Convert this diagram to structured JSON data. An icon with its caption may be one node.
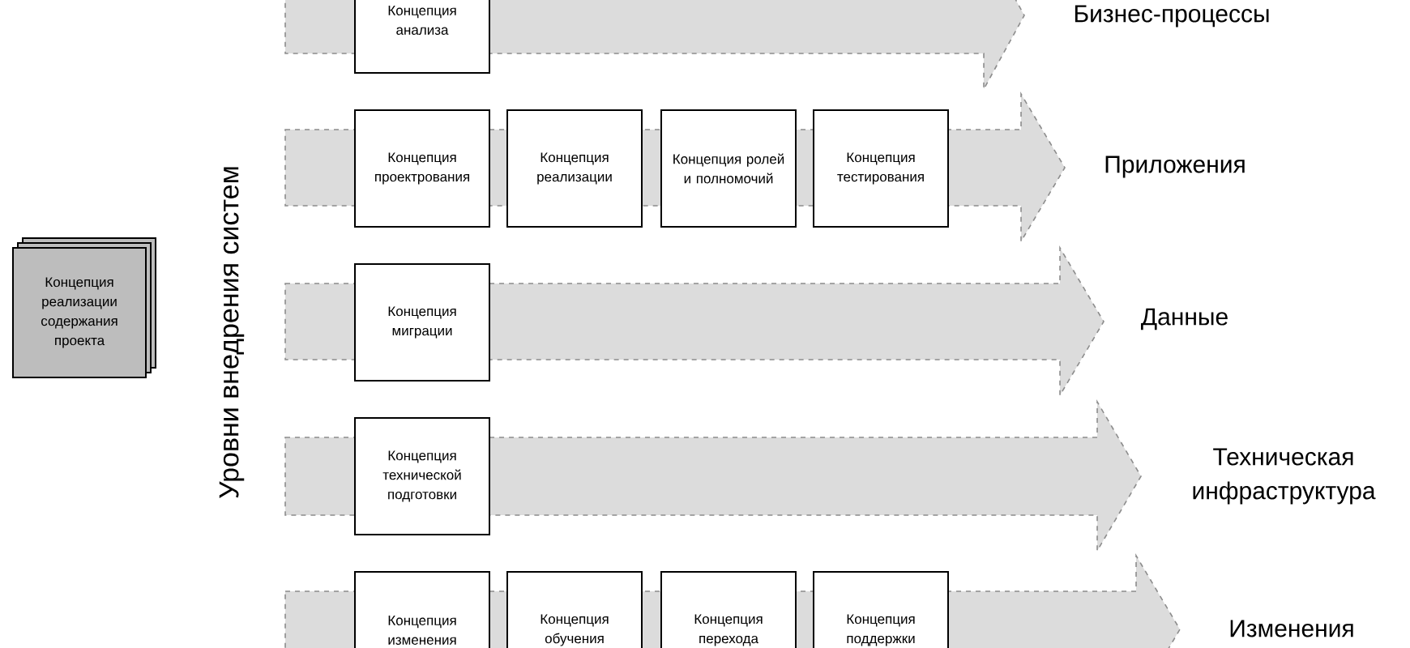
{
  "diagram": {
    "nodes": [
      {
        "text": [
          "Концепция реализации содержания проекта"
        ]
      },
      {
        "text": [
          "Бизнес-процессы"
        ]
      },
      {
        "text": [
          "Концепция анализа"
        ],
        "in": 1
      },
      {
        "text": [
          "Приложения"
        ]
      },
      {
        "text": [
          "Концепция проектрования"
        ],
        "in": 3
      },
      {
        "text": [
          "Концепция реализации"
        ],
        "in": 3
      },
      {
        "text": [
          "Концепция ролей и полномочий"
        ],
        "in": 3
      },
      {
        "text": [
          "Концепция тестирования"
        ],
        "in": 3
      },
      {
        "text": [
          "Данные"
        ]
      },
      {
        "text": [
          "Концепция миграции"
        ],
        "in": 8
      },
      {
        "text": [
          "Техническая инфраструктура"
        ]
      },
      {
        "text": [
          "Концепция технической подготовки"
        ],
        "in": 10
      },
      {
        "text": [
          "Изменения"
        ]
      },
      {
        "text": [
          "Концепция изменения"
        ],
        "in": 12
      },
      {
        "text": [
          "Концепция обучения"
        ],
        "in": 12
      },
      {
        "text": [
          "Концепция перехода"
        ],
        "in": 12
      },
      {
        "text": [
          "Концепция поддержки"
        ],
        "in": 12
      }
    ],
    "labels": [
      "Уровни внедрения систем"
    ]
  }
}
